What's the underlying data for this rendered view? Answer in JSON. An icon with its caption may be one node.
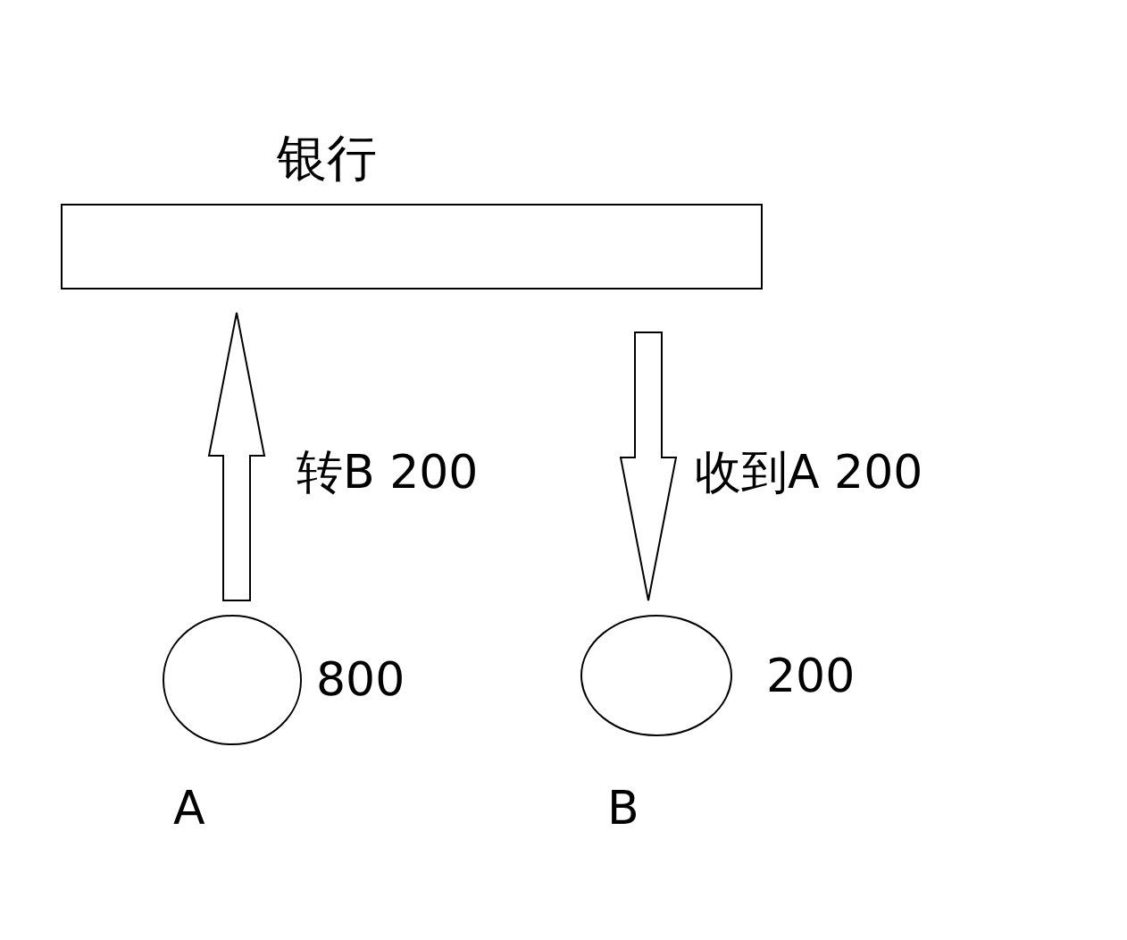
{
  "diagram": {
    "nodes": [
      {
        "text": [
          "银行"
        ]
      },
      {
        "text": [],
        "shape": "circle",
        "beside": [
          "800",
          "A"
        ]
      },
      {
        "text": [],
        "shape": "circle",
        "beside": [
          "200",
          "B"
        ]
      }
    ],
    "edges": [
      {
        "from": 1,
        "to": 0,
        "arrow": "to",
        "label": "转B 200"
      },
      {
        "from": 0,
        "to": 2,
        "arrow": "to",
        "label": "收到A 200"
      }
    ]
  }
}
